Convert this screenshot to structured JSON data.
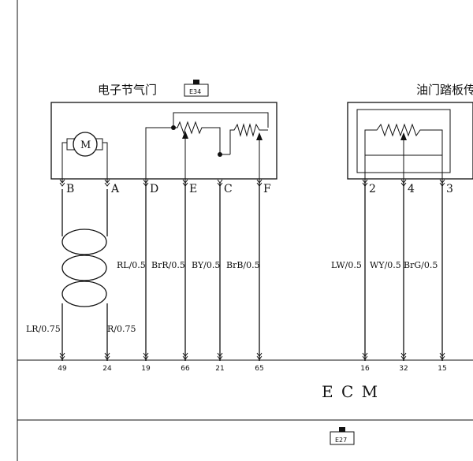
{
  "components": {
    "throttle_title": "电子节气门",
    "throttle_connector": "E34",
    "pedal_title": "油门踏板传感",
    "motor_symbol": "M",
    "ecm_label": "E C M",
    "ecm_connector": "E27"
  },
  "throttle_pins": [
    {
      "pin": "B",
      "wire": "LR/0.75",
      "ecm_pin": "49"
    },
    {
      "pin": "A",
      "wire": "R/0.75",
      "ecm_pin": "24"
    },
    {
      "pin": "D",
      "wire": "RL/0.5",
      "ecm_pin": "19"
    },
    {
      "pin": "E",
      "wire": "BrR/0.5",
      "ecm_pin": "66"
    },
    {
      "pin": "C",
      "wire": "BY/0.5",
      "ecm_pin": "21"
    },
    {
      "pin": "F",
      "wire": "BrB/0.5",
      "ecm_pin": "65"
    }
  ],
  "pedal_pins": [
    {
      "pin": "2",
      "wire": "LW/0.5",
      "ecm_pin": "16"
    },
    {
      "pin": "4",
      "wire": "WY/0.5",
      "ecm_pin": "32"
    },
    {
      "pin": "3",
      "wire": "BrG/0.5",
      "ecm_pin": "15"
    }
  ],
  "colors": {
    "line": "#111111",
    "background": "#ffffff"
  }
}
